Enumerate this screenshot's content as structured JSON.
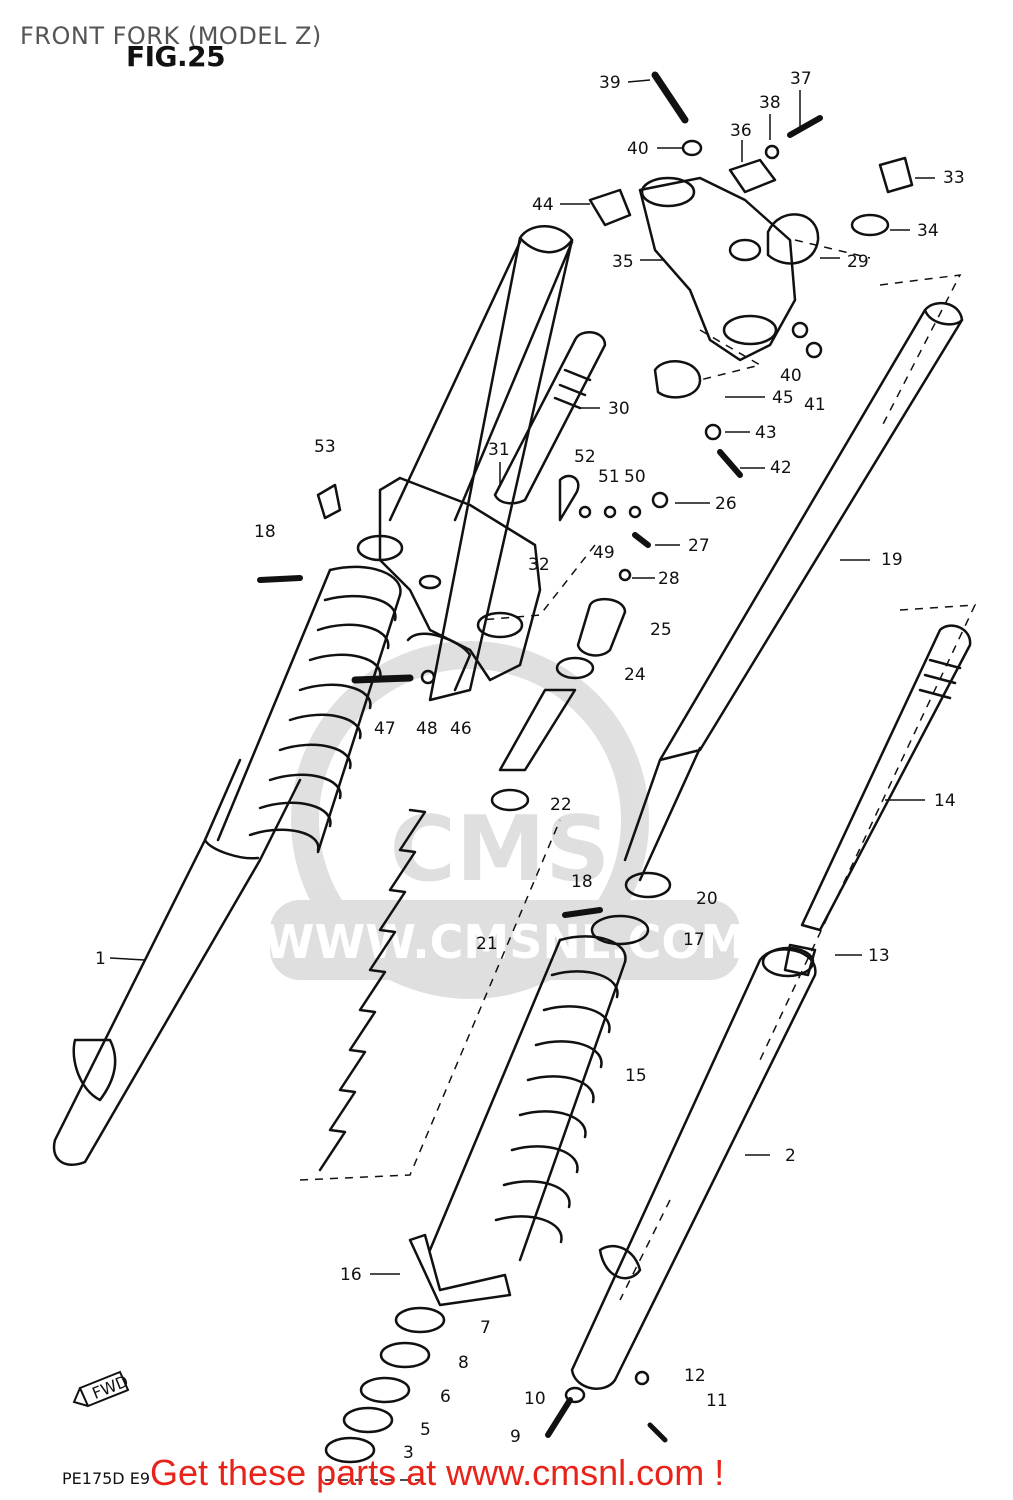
{
  "header": {
    "title": "FRONT FORK (MODEL Z)",
    "figure": "FIG.25"
  },
  "watermark": {
    "logo_text": "CMS",
    "url_text": "WWW.CMSNL.COM"
  },
  "parts": {
    "p1": "1",
    "p2": "2",
    "p3": "3",
    "p5": "5",
    "p6": "6",
    "p7": "7",
    "p8": "8",
    "p9": "9",
    "p10": "10",
    "p11": "11",
    "p12": "12",
    "p13": "13",
    "p14": "14",
    "p15": "15",
    "p16": "16",
    "p17": "17",
    "p18a": "18",
    "p18b": "18",
    "p19": "19",
    "p20": "20",
    "p21": "21",
    "p22": "22",
    "p24": "24",
    "p25": "25",
    "p26": "26",
    "p27": "27",
    "p28": "28",
    "p29": "29",
    "p30": "30",
    "p31": "31",
    "p32": "32",
    "p33": "33",
    "p34": "34",
    "p35": "35",
    "p36": "36",
    "p37": "37",
    "p38": "38",
    "p39": "39",
    "p40a": "40",
    "p40b": "40",
    "p41": "41",
    "p42": "42",
    "p43": "43",
    "p44": "44",
    "p45": "45",
    "p46": "46",
    "p47": "47",
    "p48": "48",
    "p49": "49",
    "p50": "50",
    "p51": "51",
    "p52": "52",
    "p53": "53"
  },
  "corner": {
    "fwd": "FWD",
    "model_code": "PE175D E9"
  },
  "footer": {
    "cta": "Get these parts at www.cmsnl.com !"
  },
  "colors": {
    "cta": "#e8231a",
    "line": "#111111",
    "title": "#555555"
  }
}
